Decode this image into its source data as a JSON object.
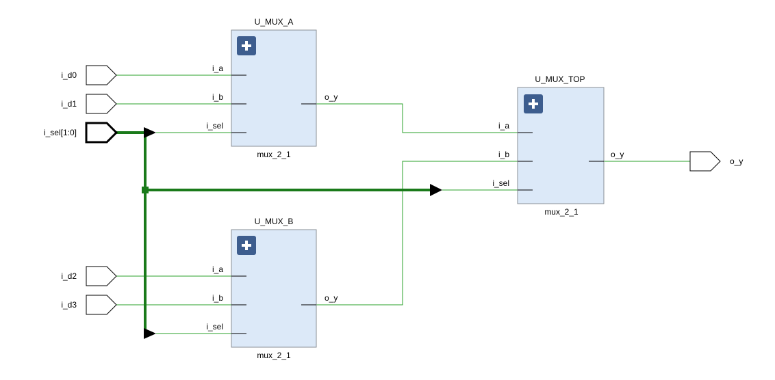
{
  "diagram": {
    "input_ports": [
      {
        "id": "i_d0",
        "label": "i_d0"
      },
      {
        "id": "i_d1",
        "label": "i_d1"
      },
      {
        "id": "i_sel",
        "label": "i_sel[1:0]"
      },
      {
        "id": "i_d2",
        "label": "i_d2"
      },
      {
        "id": "i_d3",
        "label": "i_d3"
      }
    ],
    "output_ports": [
      {
        "id": "o_y",
        "label": "o_y"
      }
    ],
    "cells": [
      {
        "id": "mux_a",
        "instance": "U_MUX_A",
        "type": "mux_2_1",
        "inputs": [
          "i_a",
          "i_b",
          "i_sel"
        ],
        "outputs": [
          "o_y"
        ]
      },
      {
        "id": "mux_b",
        "instance": "U_MUX_B",
        "type": "mux_2_1",
        "inputs": [
          "i_a",
          "i_b",
          "i_sel"
        ],
        "outputs": [
          "o_y"
        ]
      },
      {
        "id": "mux_top",
        "instance": "U_MUX_TOP",
        "type": "mux_2_1",
        "inputs": [
          "i_a",
          "i_b",
          "i_sel"
        ],
        "outputs": [
          "o_y"
        ]
      }
    ],
    "colors": {
      "wire": "#2aa12a",
      "bus": "#1a7a1a",
      "cell_fill": "#dce9f8",
      "cell_stroke": "#8a8f96",
      "expand_icon": "#3d5d8e"
    }
  }
}
